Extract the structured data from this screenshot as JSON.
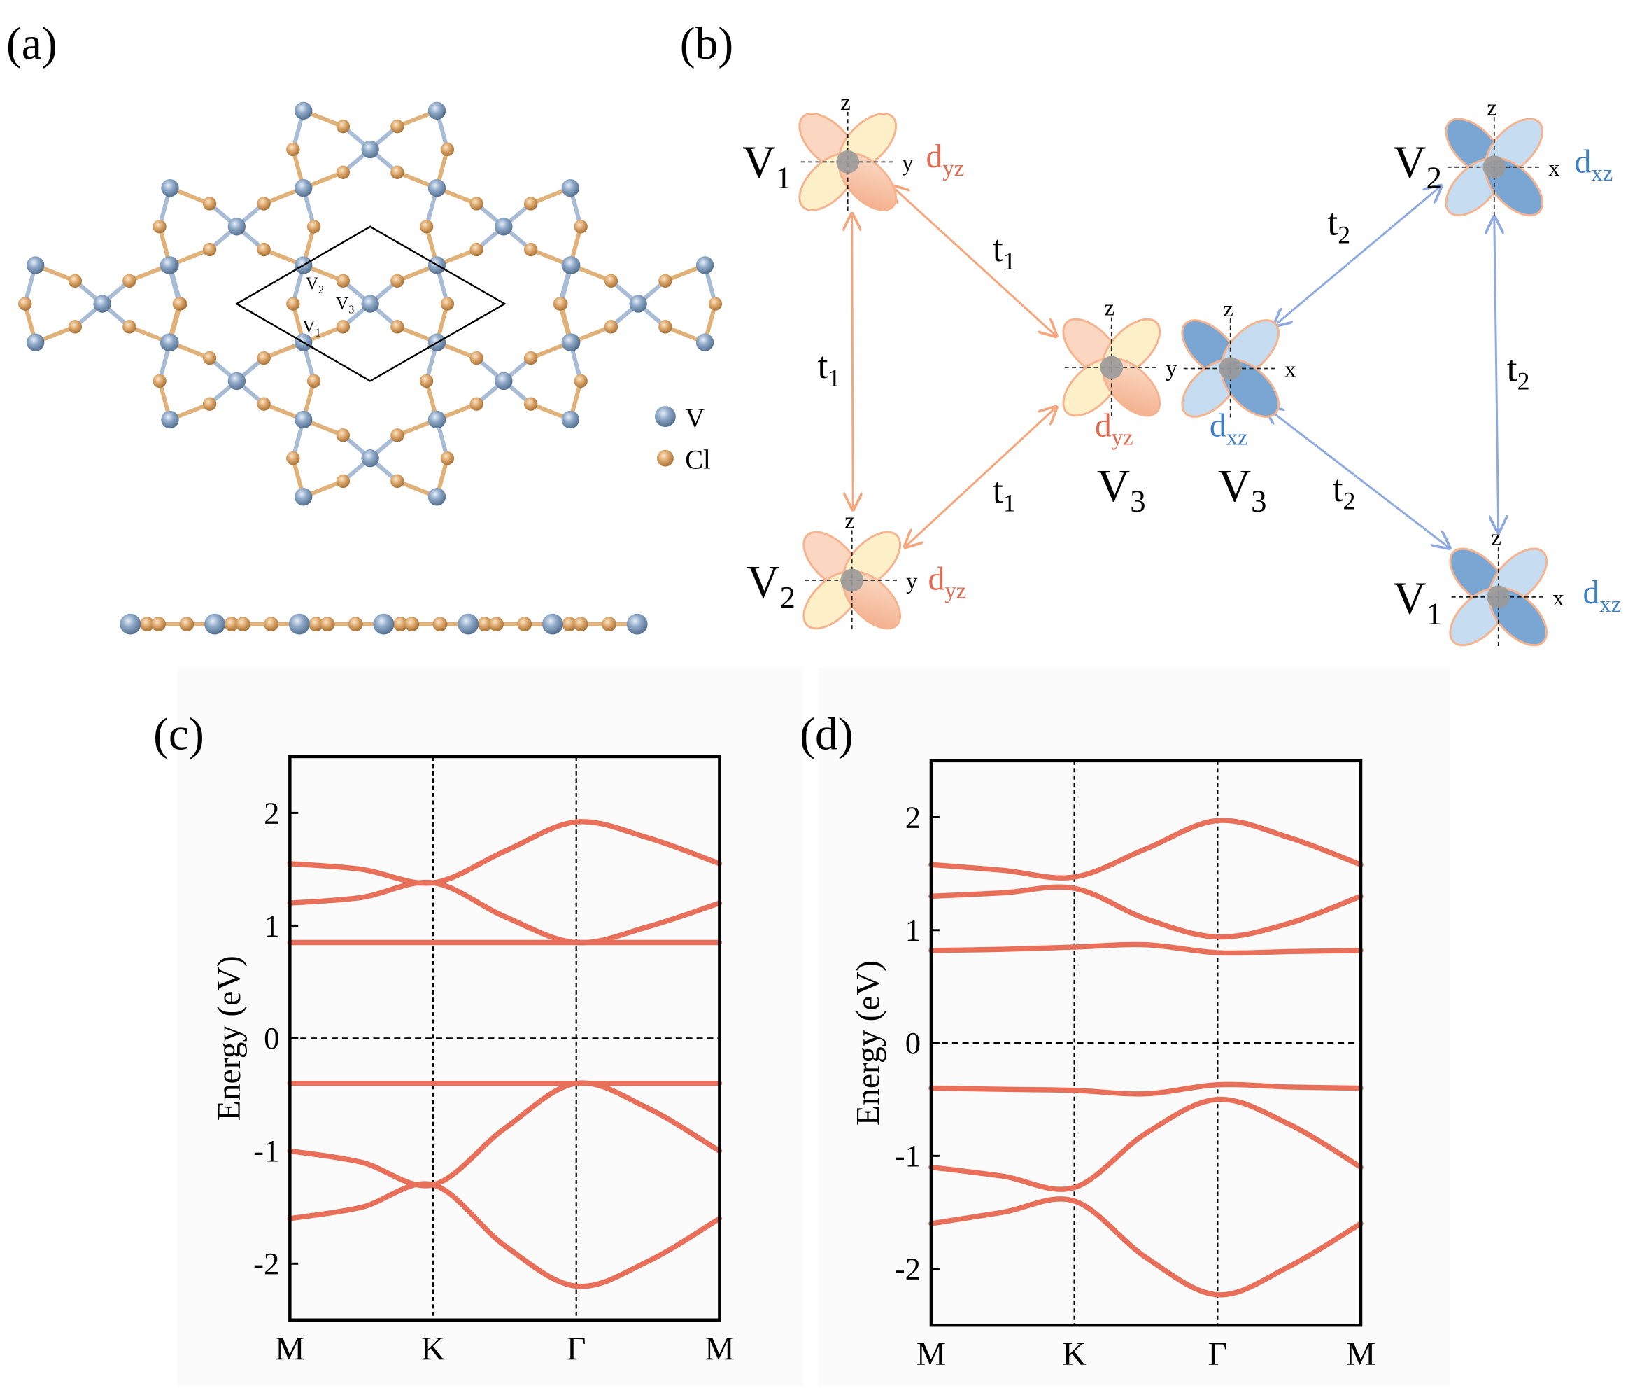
{
  "panels": {
    "a": "(a)",
    "b": "(b)",
    "c": "(c)",
    "d": "(d)"
  },
  "structure": {
    "cell_labels": [
      {
        "base": "V",
        "sub": "2"
      },
      {
        "base": "V",
        "sub": "3"
      },
      {
        "base": "V",
        "sub": "1"
      }
    ],
    "legend": [
      {
        "label": "V",
        "color": "#7f9cc0"
      },
      {
        "label": "Cl",
        "color": "#d9a566"
      }
    ],
    "bond_colors": {
      "v": "#a8bcd6",
      "cl": "#e0b27a"
    }
  },
  "orbitals": {
    "colors": {
      "orange_arrow": "#f5a67c",
      "blue_arrow": "#8eaae0",
      "dyz_text": "#e26a50",
      "dxz_text": "#3f7fc6"
    },
    "items": [
      {
        "atom": {
          "base": "V",
          "sub": "1"
        },
        "type": "dyz",
        "axis_h": "y",
        "axis_v": "z",
        "orb": {
          "base": "d",
          "sub": "yz"
        }
      },
      {
        "atom": {
          "base": "V",
          "sub": "2"
        },
        "type": "dyz",
        "axis_h": "y",
        "axis_v": "z",
        "orb": {
          "base": "d",
          "sub": "yz"
        }
      },
      {
        "atom": {
          "base": "V",
          "sub": "3"
        },
        "type": "dyz",
        "axis_h": "y",
        "axis_v": "z",
        "orb": {
          "base": "d",
          "sub": "yz"
        }
      },
      {
        "atom": {
          "base": "V",
          "sub": "3"
        },
        "type": "dxz",
        "axis_h": "x",
        "axis_v": "z",
        "orb": {
          "base": "d",
          "sub": "xz"
        }
      },
      {
        "atom": {
          "base": "V",
          "sub": "2"
        },
        "type": "dxz",
        "axis_h": "x",
        "axis_v": "z",
        "orb": {
          "base": "d",
          "sub": "xz"
        }
      },
      {
        "atom": {
          "base": "V",
          "sub": "1"
        },
        "type": "dxz",
        "axis_h": "x",
        "axis_v": "z",
        "orb": {
          "base": "d",
          "sub": "xz"
        }
      }
    ],
    "hoppings": [
      {
        "base": "t",
        "sub": "1"
      },
      {
        "base": "t",
        "sub": "1"
      },
      {
        "base": "t",
        "sub": "1"
      },
      {
        "base": "t",
        "sub": "2"
      },
      {
        "base": "t",
        "sub": "2"
      },
      {
        "base": "t",
        "sub": "2"
      }
    ]
  },
  "chart_data": [
    {
      "type": "line",
      "panel": "(c)",
      "ylabel": "Energy (eV)",
      "xlabel": "",
      "ylim": [
        -2.5,
        2.5
      ],
      "xlim": [
        0,
        3
      ],
      "yticks": [
        -2,
        -1,
        0,
        1,
        2
      ],
      "ytick_labels": [
        "-2",
        "-1",
        "0",
        "1",
        "2"
      ],
      "xticks": [
        0,
        1,
        2,
        3
      ],
      "xtick_labels": [
        "M",
        "K",
        "Γ",
        "M"
      ],
      "fermi_level": 0,
      "color": "#e8705a",
      "x": [
        0,
        0.5,
        1,
        1.5,
        2,
        2.5,
        3
      ],
      "series": [
        {
          "name": "band 1",
          "values": [
            1.55,
            1.5,
            1.38,
            1.66,
            1.92,
            1.78,
            1.55
          ]
        },
        {
          "name": "band 2",
          "values": [
            1.2,
            1.25,
            1.38,
            1.08,
            0.85,
            0.99,
            1.2
          ]
        },
        {
          "name": "band 3",
          "values": [
            0.85,
            0.85,
            0.85,
            0.85,
            0.85,
            0.85,
            0.85
          ]
        },
        {
          "name": "band 4",
          "values": [
            -0.4,
            -0.4,
            -0.4,
            -0.4,
            -0.4,
            -0.4,
            -0.4
          ]
        },
        {
          "name": "band 5",
          "values": [
            -1.0,
            -1.1,
            -1.3,
            -0.8,
            -0.4,
            -0.62,
            -1.0
          ]
        },
        {
          "name": "band 6",
          "values": [
            -1.6,
            -1.5,
            -1.3,
            -1.84,
            -2.2,
            -1.98,
            -1.6
          ]
        }
      ]
    },
    {
      "type": "line",
      "panel": "(d)",
      "ylabel": "Energy (eV)",
      "xlabel": "",
      "ylim": [
        -2.5,
        2.5
      ],
      "xlim": [
        0,
        3
      ],
      "yticks": [
        -2,
        -1,
        0,
        1,
        2
      ],
      "ytick_labels": [
        "-2",
        "-1",
        "0",
        "1",
        "2"
      ],
      "xticks": [
        0,
        1,
        2,
        3
      ],
      "xtick_labels": [
        "M",
        "K",
        "Γ",
        "M"
      ],
      "fermi_level": 0,
      "color": "#e8705a",
      "x": [
        0,
        0.5,
        1,
        1.5,
        2,
        2.5,
        3
      ],
      "series": [
        {
          "name": "band 1",
          "values": [
            1.58,
            1.53,
            1.47,
            1.72,
            1.97,
            1.82,
            1.58
          ]
        },
        {
          "name": "band 2",
          "values": [
            1.3,
            1.33,
            1.37,
            1.1,
            0.94,
            1.06,
            1.3
          ]
        },
        {
          "name": "band 3",
          "values": [
            0.82,
            0.83,
            0.85,
            0.87,
            0.8,
            0.81,
            0.82
          ]
        },
        {
          "name": "band 4",
          "values": [
            -0.4,
            -0.41,
            -0.42,
            -0.45,
            -0.37,
            -0.39,
            -0.4
          ]
        },
        {
          "name": "band 5",
          "values": [
            -1.1,
            -1.18,
            -1.28,
            -0.8,
            -0.5,
            -0.72,
            -1.1
          ]
        },
        {
          "name": "band 6",
          "values": [
            -1.6,
            -1.5,
            -1.4,
            -1.9,
            -2.23,
            -1.98,
            -1.6
          ]
        }
      ]
    }
  ]
}
